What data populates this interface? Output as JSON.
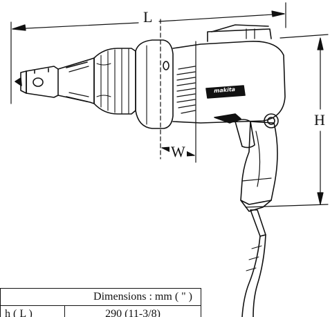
{
  "labels": {
    "length": "L",
    "width": "W",
    "height": "H"
  },
  "brand": "makita",
  "table": {
    "header": "Dimensions : mm ( \" )",
    "rows": [
      {
        "label": "h ( L )",
        "value": "290 (11-3/8)"
      }
    ]
  }
}
